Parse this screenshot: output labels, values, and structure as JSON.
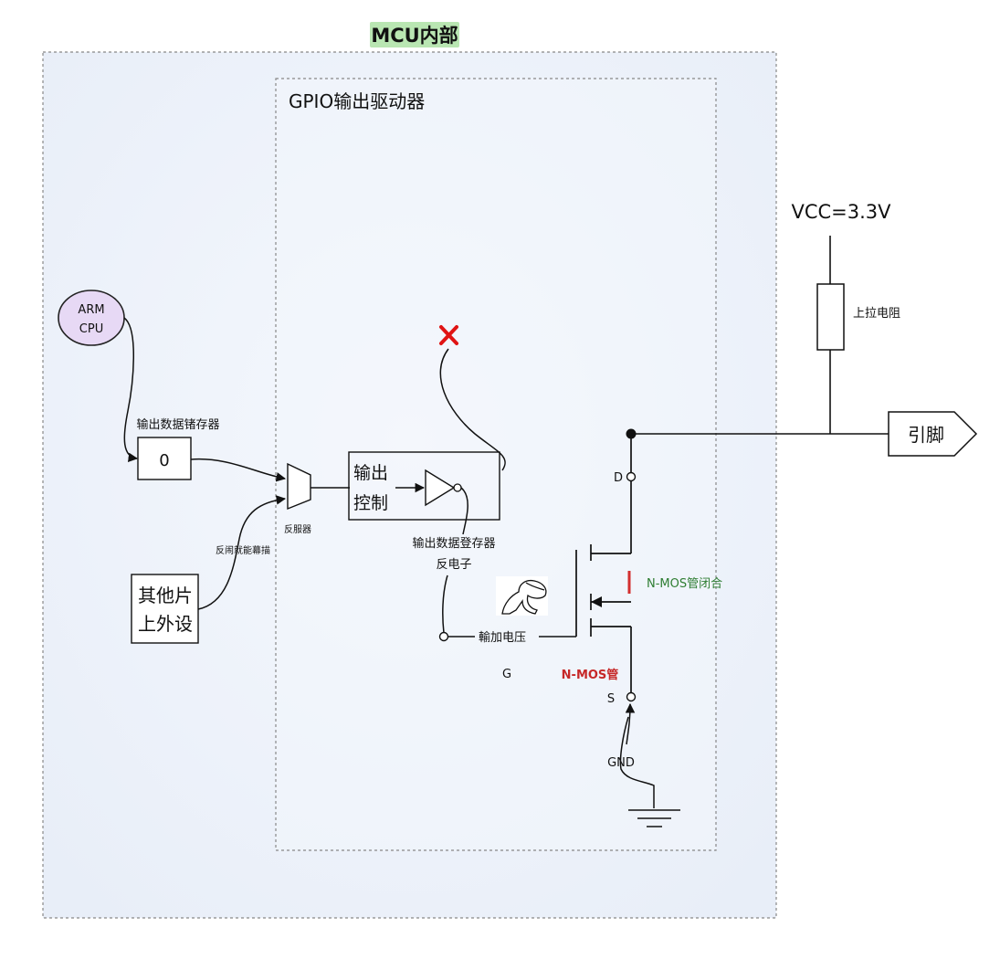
{
  "title": "MCU内部",
  "gpio_block_title": "GPIO输出驱动器",
  "cpu": {
    "line1": "ARM",
    "line2": "CPU"
  },
  "output_data_register": {
    "label": "输出数据锗存器",
    "value": "0"
  },
  "mux": {
    "label": "反服器"
  },
  "other_peripherals": {
    "line1": "其他片",
    "line2": "上外设",
    "wire_label": "反闹就能幕描"
  },
  "output_control": {
    "line1": "输出",
    "line2": "控制"
  },
  "inverter_note": {
    "line1": "输出数据登存器",
    "line2": "反电子"
  },
  "gate_voltage_label": "輸加电压",
  "pins": {
    "drain": "D",
    "gate": "G",
    "source": "S"
  },
  "mosfet": {
    "label": "N-MOS管",
    "label_color": "#c62828",
    "closed_label": "N-MOS管闭合",
    "closed_color": "#2e7d32",
    "marker_color": "#d32f2f"
  },
  "ground_label": "GND",
  "vcc_label": "VCC=3.3V",
  "pullup_label": "上拉电阻",
  "pin_label": "引脚",
  "colors": {
    "title_bg": "#b9e6b2",
    "accent_red": "#e01414",
    "panel": "#eef3fb"
  }
}
